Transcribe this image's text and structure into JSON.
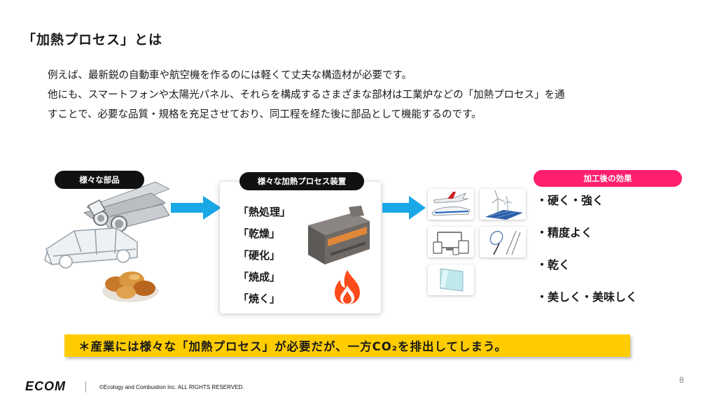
{
  "title": "「加熱プロセス」とは",
  "intro": {
    "line1": "例えば、最新鋭の自動車や航空機を作るのには軽くて丈夫な構造材が必要です。",
    "line2": "他にも、スマートフォンや太陽光パネル、それらを構成するさまざまな部材は工業炉などの「加熱プロセス」を通",
    "line3": "すことで、必要な品質・規格を充足させており、同工程を経た後に部品として機能するのです。"
  },
  "parts": {
    "badge": "様々な部品"
  },
  "equipment": {
    "badge": "様々な加熱プロセス装置",
    "processes": [
      "「熱処理」",
      "「乾燥」",
      "「硬化」",
      "「焼成」",
      "「焼く」"
    ]
  },
  "effects": {
    "badge": "加工後の効果",
    "items": [
      "・硬く・強く",
      "・精度よく",
      "・乾く",
      "・美しく・美味しく"
    ]
  },
  "note": "＊産業には様々な「加熱プロセス」が必要だが、一方CO₂を排出してしまう。",
  "footer": {
    "logo": "ECOM",
    "copyright": "©Ecology and Combustion Inc. ALL RIGHTS RESERVED.",
    "page": "8"
  },
  "colors": {
    "arrow": "#1aa7e6",
    "effect_badge": "#ff1f6e",
    "note_bg": "#ffcc00",
    "badge_bg": "#111111",
    "flame": "#ff4a1a"
  },
  "icons": [
    "metal-pipes-icon",
    "car-frame-icon",
    "bread-icon",
    "furnace-icon",
    "flame-icon",
    "airplane-train-icon",
    "wind-solar-icon",
    "devices-icon",
    "racket-icon",
    "glass-panel-icon",
    "arrow-right-icon"
  ]
}
